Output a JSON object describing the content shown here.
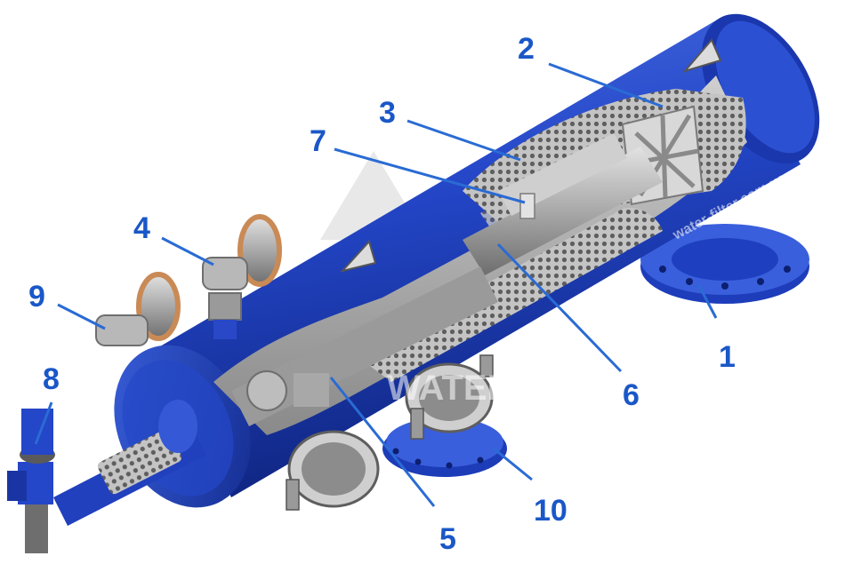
{
  "diagram": {
    "callouts": [
      {
        "id": "1",
        "label": "1"
      },
      {
        "id": "2",
        "label": "2"
      },
      {
        "id": "3",
        "label": "3"
      },
      {
        "id": "4",
        "label": "4"
      },
      {
        "id": "5",
        "label": "5"
      },
      {
        "id": "6",
        "label": "6"
      },
      {
        "id": "7",
        "label": "7"
      },
      {
        "id": "8",
        "label": "8"
      },
      {
        "id": "9",
        "label": "9"
      },
      {
        "id": "10",
        "label": "10"
      }
    ],
    "watermarks": {
      "center": "WATER FILTER",
      "side": "water-filter.com.ua"
    }
  },
  "colors": {
    "callout": "#1a57c8",
    "leader_line": "#2a6bd4",
    "housing": "#1f3fbf",
    "housing_dark": "#0f2580",
    "housing_light": "#3f66e0",
    "metal": "#b8b8b8",
    "metal_dark": "#7a7a7a",
    "copper": "#c98a56"
  }
}
